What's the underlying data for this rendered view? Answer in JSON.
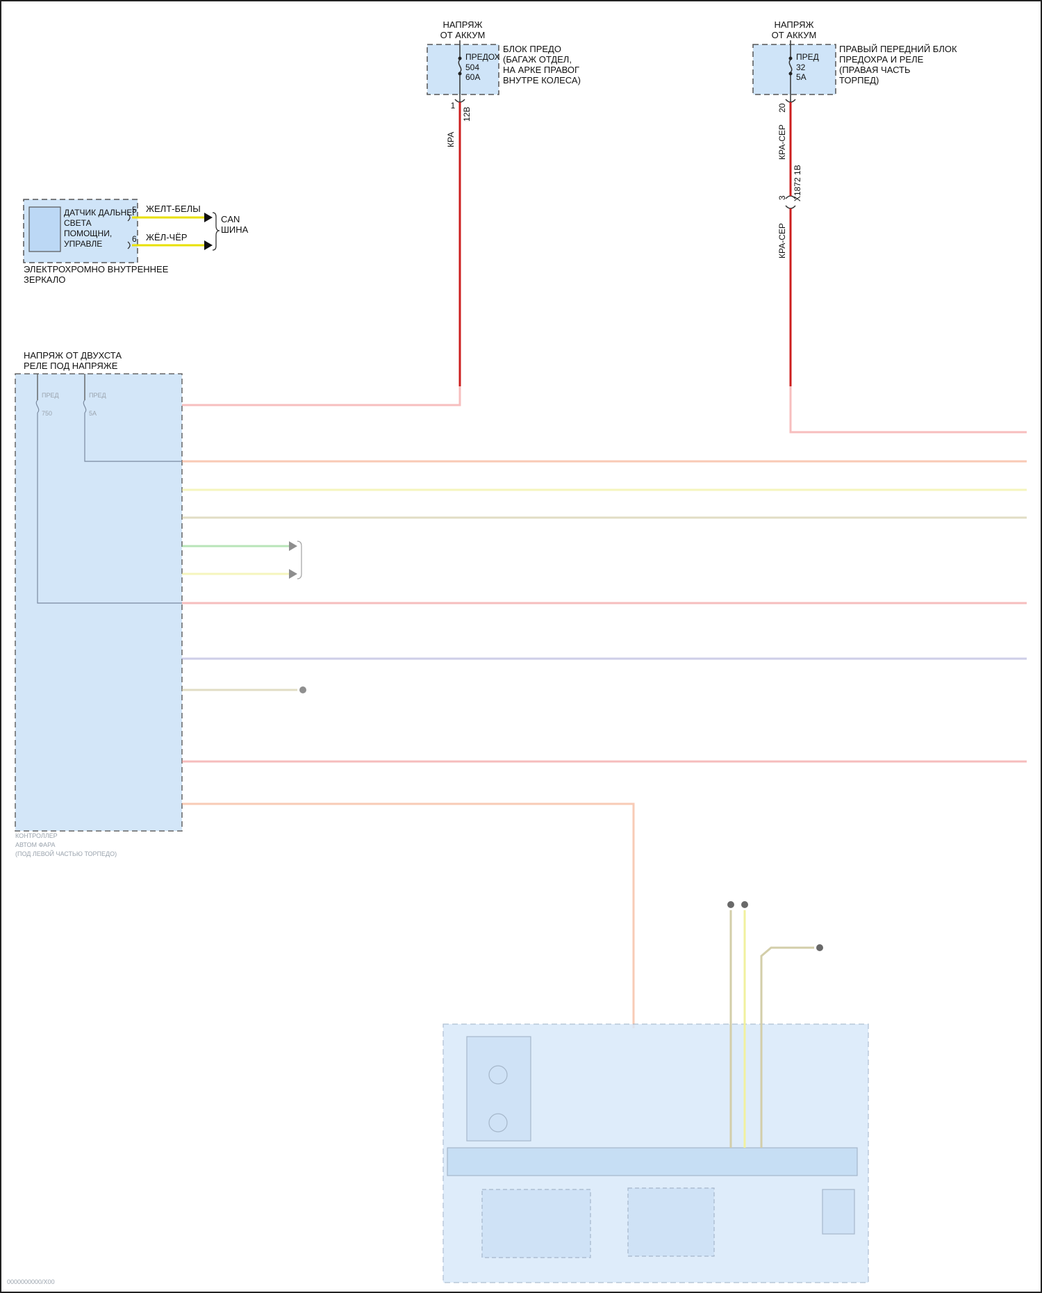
{
  "fuse_block_left": {
    "supply": [
      "НАПРЯЖ",
      "ОТ АККУМ"
    ],
    "fuse_lines": [
      "ПРЕДОХ",
      "504",
      "60A"
    ],
    "block_name": [
      "БЛОК ПРЕДО",
      "(БАГАЖ ОТДЕЛ,",
      "НА АРКЕ ПРАВОГ",
      "ВНУТРЕ КОЛЕСА)"
    ],
    "pin": "1",
    "wire_code": "12B",
    "wire_color": "КРА"
  },
  "fuse_block_right": {
    "supply": [
      "НАПРЯЖ",
      "ОТ АККУМ"
    ],
    "fuse_lines": [
      "ПРЕД",
      "32",
      "5A"
    ],
    "block_name": [
      "ПРАВЫЙ ПЕРЕДНИЙ БЛОК",
      "ПРЕДОХРА И РЕЛЕ",
      "(ПРАВАЯ ЧАСТЬ",
      "ТОРПЕД)"
    ],
    "pin": "20",
    "wire_color_top": "КРА-СЕР",
    "connector_pin": "3",
    "connector_code": "X1872 1B",
    "wire_color_bottom": "КРА-СЕР"
  },
  "mirror": {
    "inner_text": [
      "ДАТЧИК ДАЛЬНЕГ",
      "СВЕТА",
      "ПОМОЩНИ,",
      "УПРАВЛЕ"
    ],
    "caption": [
      "ЭЛЕКТРОХРОМНО ВНУТРЕННЕЕ",
      "ЗЕРКАЛО"
    ],
    "pins": [
      "5",
      "6"
    ],
    "wires": [
      "ЖЕЛТ-БЕЛЫ",
      "ЖЁЛ-ЧЁР"
    ],
    "bus": [
      "CAN",
      "ШИНА"
    ]
  },
  "module_left": {
    "supply": [
      "НАПРЯЖ ОТ ДВУХСТА",
      "РЕЛЕ ПОД НАПРЯЖЕ"
    ]
  },
  "colors": {
    "red": "#cc1f1f",
    "yellow": "#e8e000",
    "box_fill": "#cfe4f8"
  }
}
